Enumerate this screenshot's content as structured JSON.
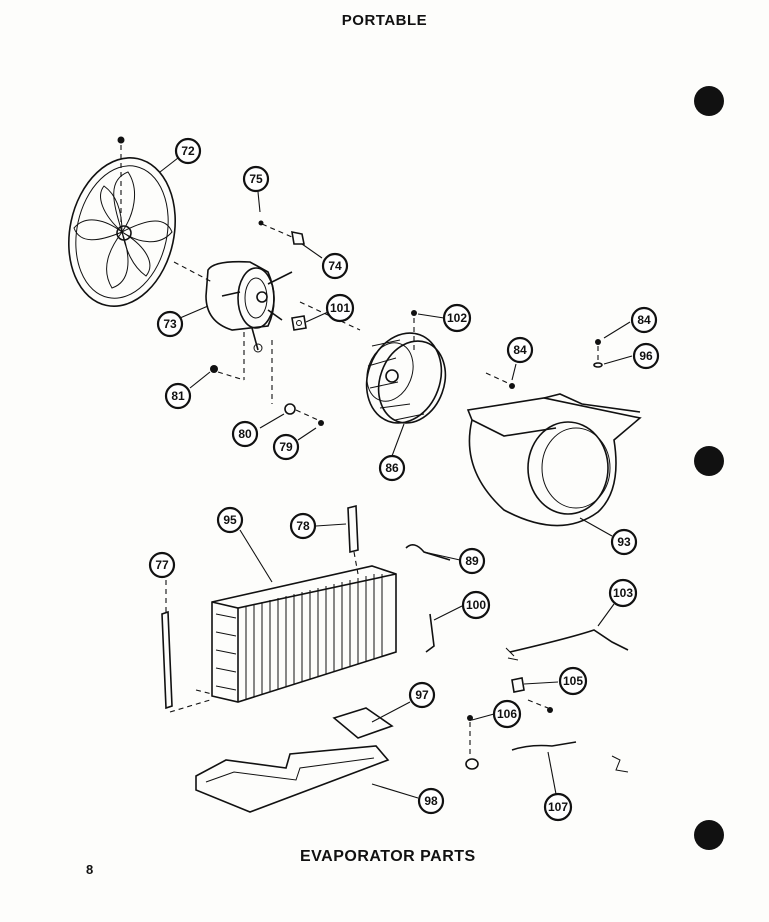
{
  "header": {
    "title": "PORTABLE"
  },
  "footer": {
    "title": "EVAPORATOR PARTS",
    "page_number": "8"
  },
  "callouts": [
    "72",
    "75",
    "74",
    "73",
    "101",
    "102",
    "84",
    "84b",
    "96",
    "81",
    "80",
    "79",
    "86",
    "93",
    "78",
    "95",
    "77",
    "89",
    "100",
    "103",
    "105",
    "106",
    "97",
    "98",
    "107"
  ],
  "labels": {
    "72": "72",
    "75": "75",
    "74": "74",
    "73": "73",
    "101": "101",
    "102": "102",
    "84": "84",
    "84b": "84",
    "96": "96",
    "81": "81",
    "80": "80",
    "79": "79",
    "86": "86",
    "93": "93",
    "78": "78",
    "95": "95",
    "77": "77",
    "89": "89",
    "100": "100",
    "103": "103",
    "105": "105",
    "106": "106",
    "97": "97",
    "98": "98",
    "107": "107"
  }
}
